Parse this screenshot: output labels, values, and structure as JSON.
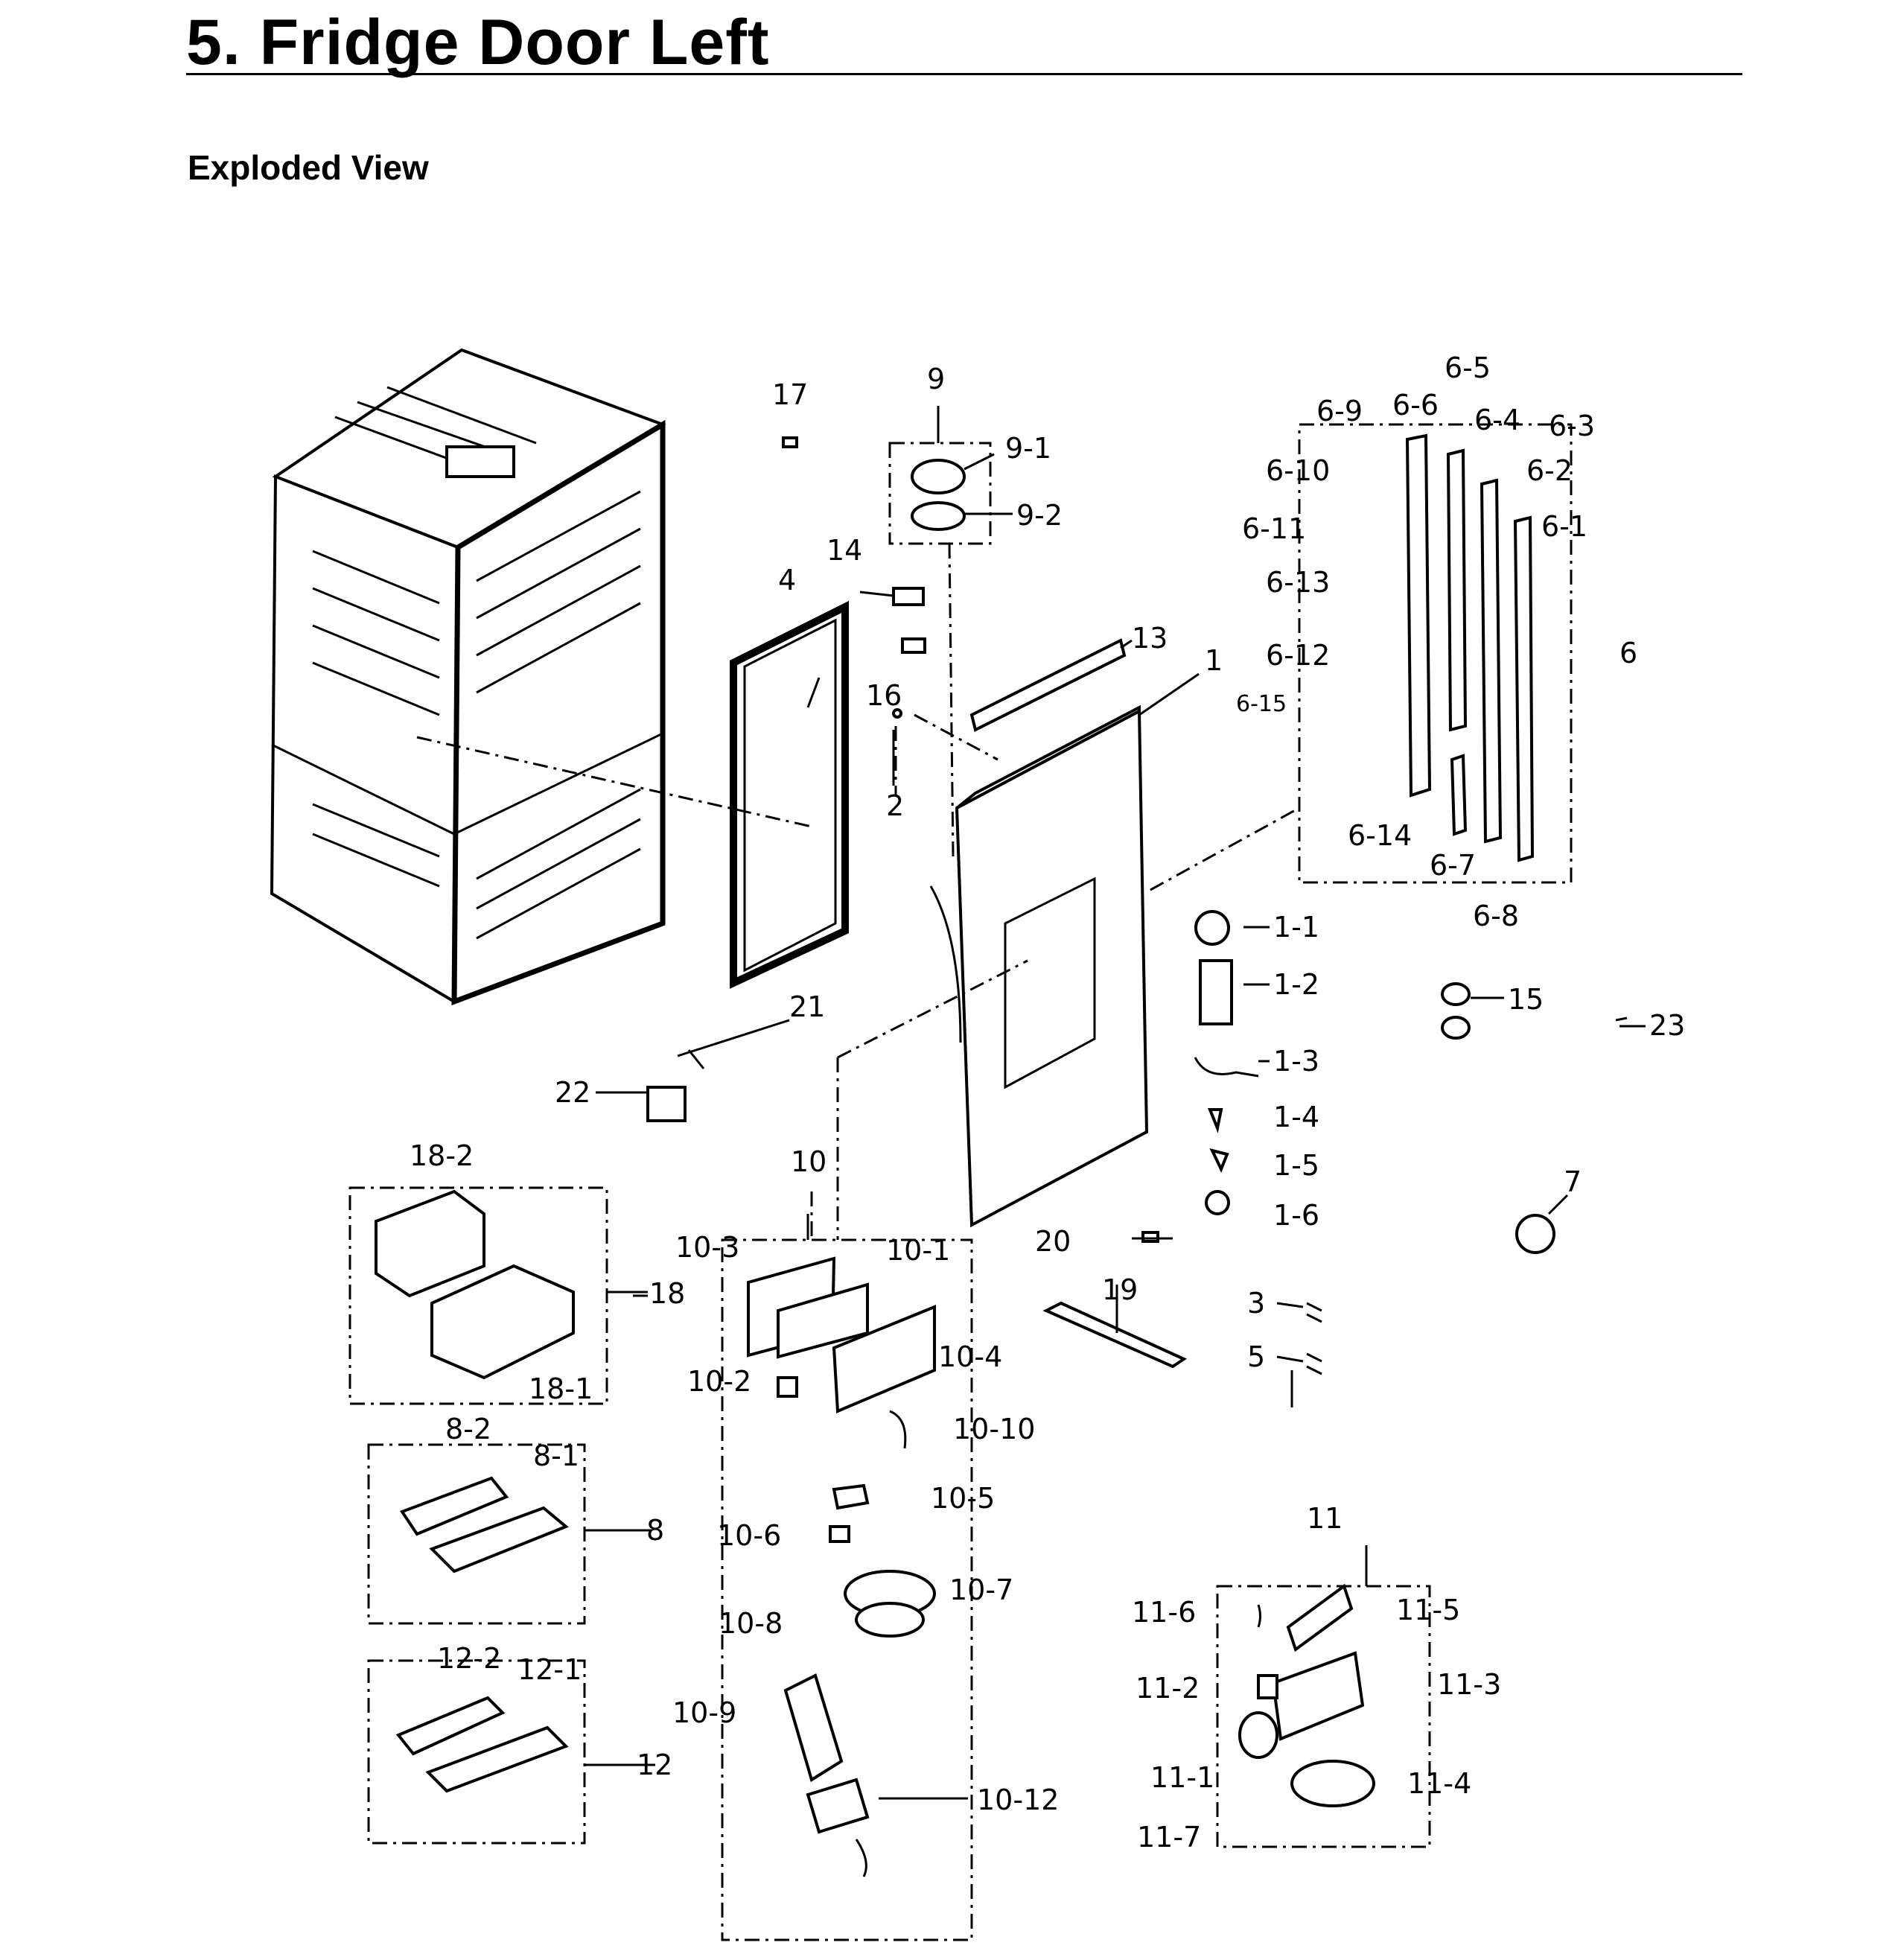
{
  "header": {
    "title": "5.  Fridge Door Left",
    "subtitle": "Exploded View"
  },
  "labels": {
    "p1": "1",
    "p1_1": "1-1",
    "p1_2": "1-2",
    "p1_3": "1-3",
    "p1_4": "1-4",
    "p1_5": "1-5",
    "p1_6": "1-6",
    "p2": "2",
    "p3": "3",
    "p4": "4",
    "p5": "5",
    "p6": "6",
    "p6_1": "6-1",
    "p6_2": "6-2",
    "p6_3": "6-3",
    "p6_4": "6-4",
    "p6_5": "6-5",
    "p6_6": "6-6",
    "p6_7": "6-7",
    "p6_8": "6-8",
    "p6_9": "6-9",
    "p6_10": "6-10",
    "p6_11": "6-11",
    "p6_12": "6-12",
    "p6_13": "6-13",
    "p6_14": "6-14",
    "p6_15": "6-15",
    "p7": "7",
    "p8": "8",
    "p8_1": "8-1",
    "p8_2": "8-2",
    "p9": "9",
    "p9_1": "9-1",
    "p9_2": "9-2",
    "p10": "10",
    "p10_1": "10-1",
    "p10_2": "10-2",
    "p10_3": "10-3",
    "p10_4": "10-4",
    "p10_5": "10-5",
    "p10_6": "10-6",
    "p10_7": "10-7",
    "p10_8": "10-8",
    "p10_9": "10-9",
    "p10_10": "10-10",
    "p10_12": "10-12",
    "p11": "11",
    "p11_1": "11-1",
    "p11_2": "11-2",
    "p11_3": "11-3",
    "p11_4": "11-4",
    "p11_5": "11-5",
    "p11_6": "11-6",
    "p11_7": "11-7",
    "p12": "12",
    "p12_1": "12-1",
    "p12_2": "12-2",
    "p13": "13",
    "p14": "14",
    "p15": "15",
    "p16": "16",
    "p17": "17",
    "p18": "18",
    "p18_1": "18-1",
    "p18_2": "18-2",
    "p19": "19",
    "p20": "20",
    "p21": "21",
    "p22": "22",
    "p23": "23"
  }
}
